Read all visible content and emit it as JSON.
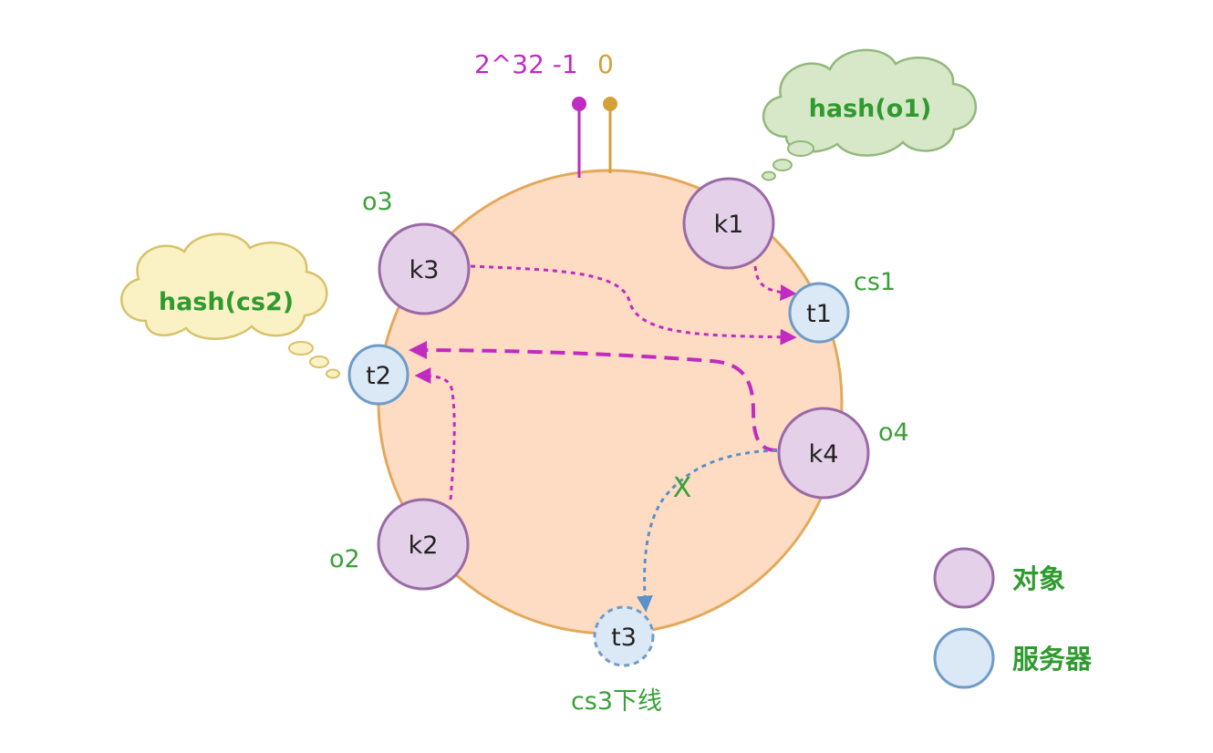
{
  "top_marker": {
    "max_label": "2^32 -1",
    "zero_label": "0",
    "max_color": "#c02bc0",
    "zero_color": "#d4a03a"
  },
  "clouds": {
    "o1": "hash(o1)",
    "cs2": "hash(cs2)"
  },
  "objects": {
    "k1": "k1",
    "k2": "k2",
    "k3": "k3",
    "k4": "k4"
  },
  "object_labels": {
    "o2": "o2",
    "o3": "o3",
    "o4": "o4"
  },
  "servers": {
    "t1": "t1",
    "t2": "t2",
    "t3": "t3"
  },
  "server_labels": {
    "cs1": "cs1",
    "cs3": "cs3下线"
  },
  "x_mark": "X",
  "legend": {
    "object": "对象",
    "server": "服务器"
  },
  "colors": {
    "ring_fill": "#fddcc3",
    "ring_stroke": "#e3a95a",
    "object_fill": "#e4d0e8",
    "object_stroke": "#9a6aa7",
    "server_fill": "#dbe8f5",
    "server_stroke": "#6f9bc8",
    "arrow": "#c02bc0",
    "offline_arrow": "#5a91c8",
    "label_green": "#3aa038"
  }
}
